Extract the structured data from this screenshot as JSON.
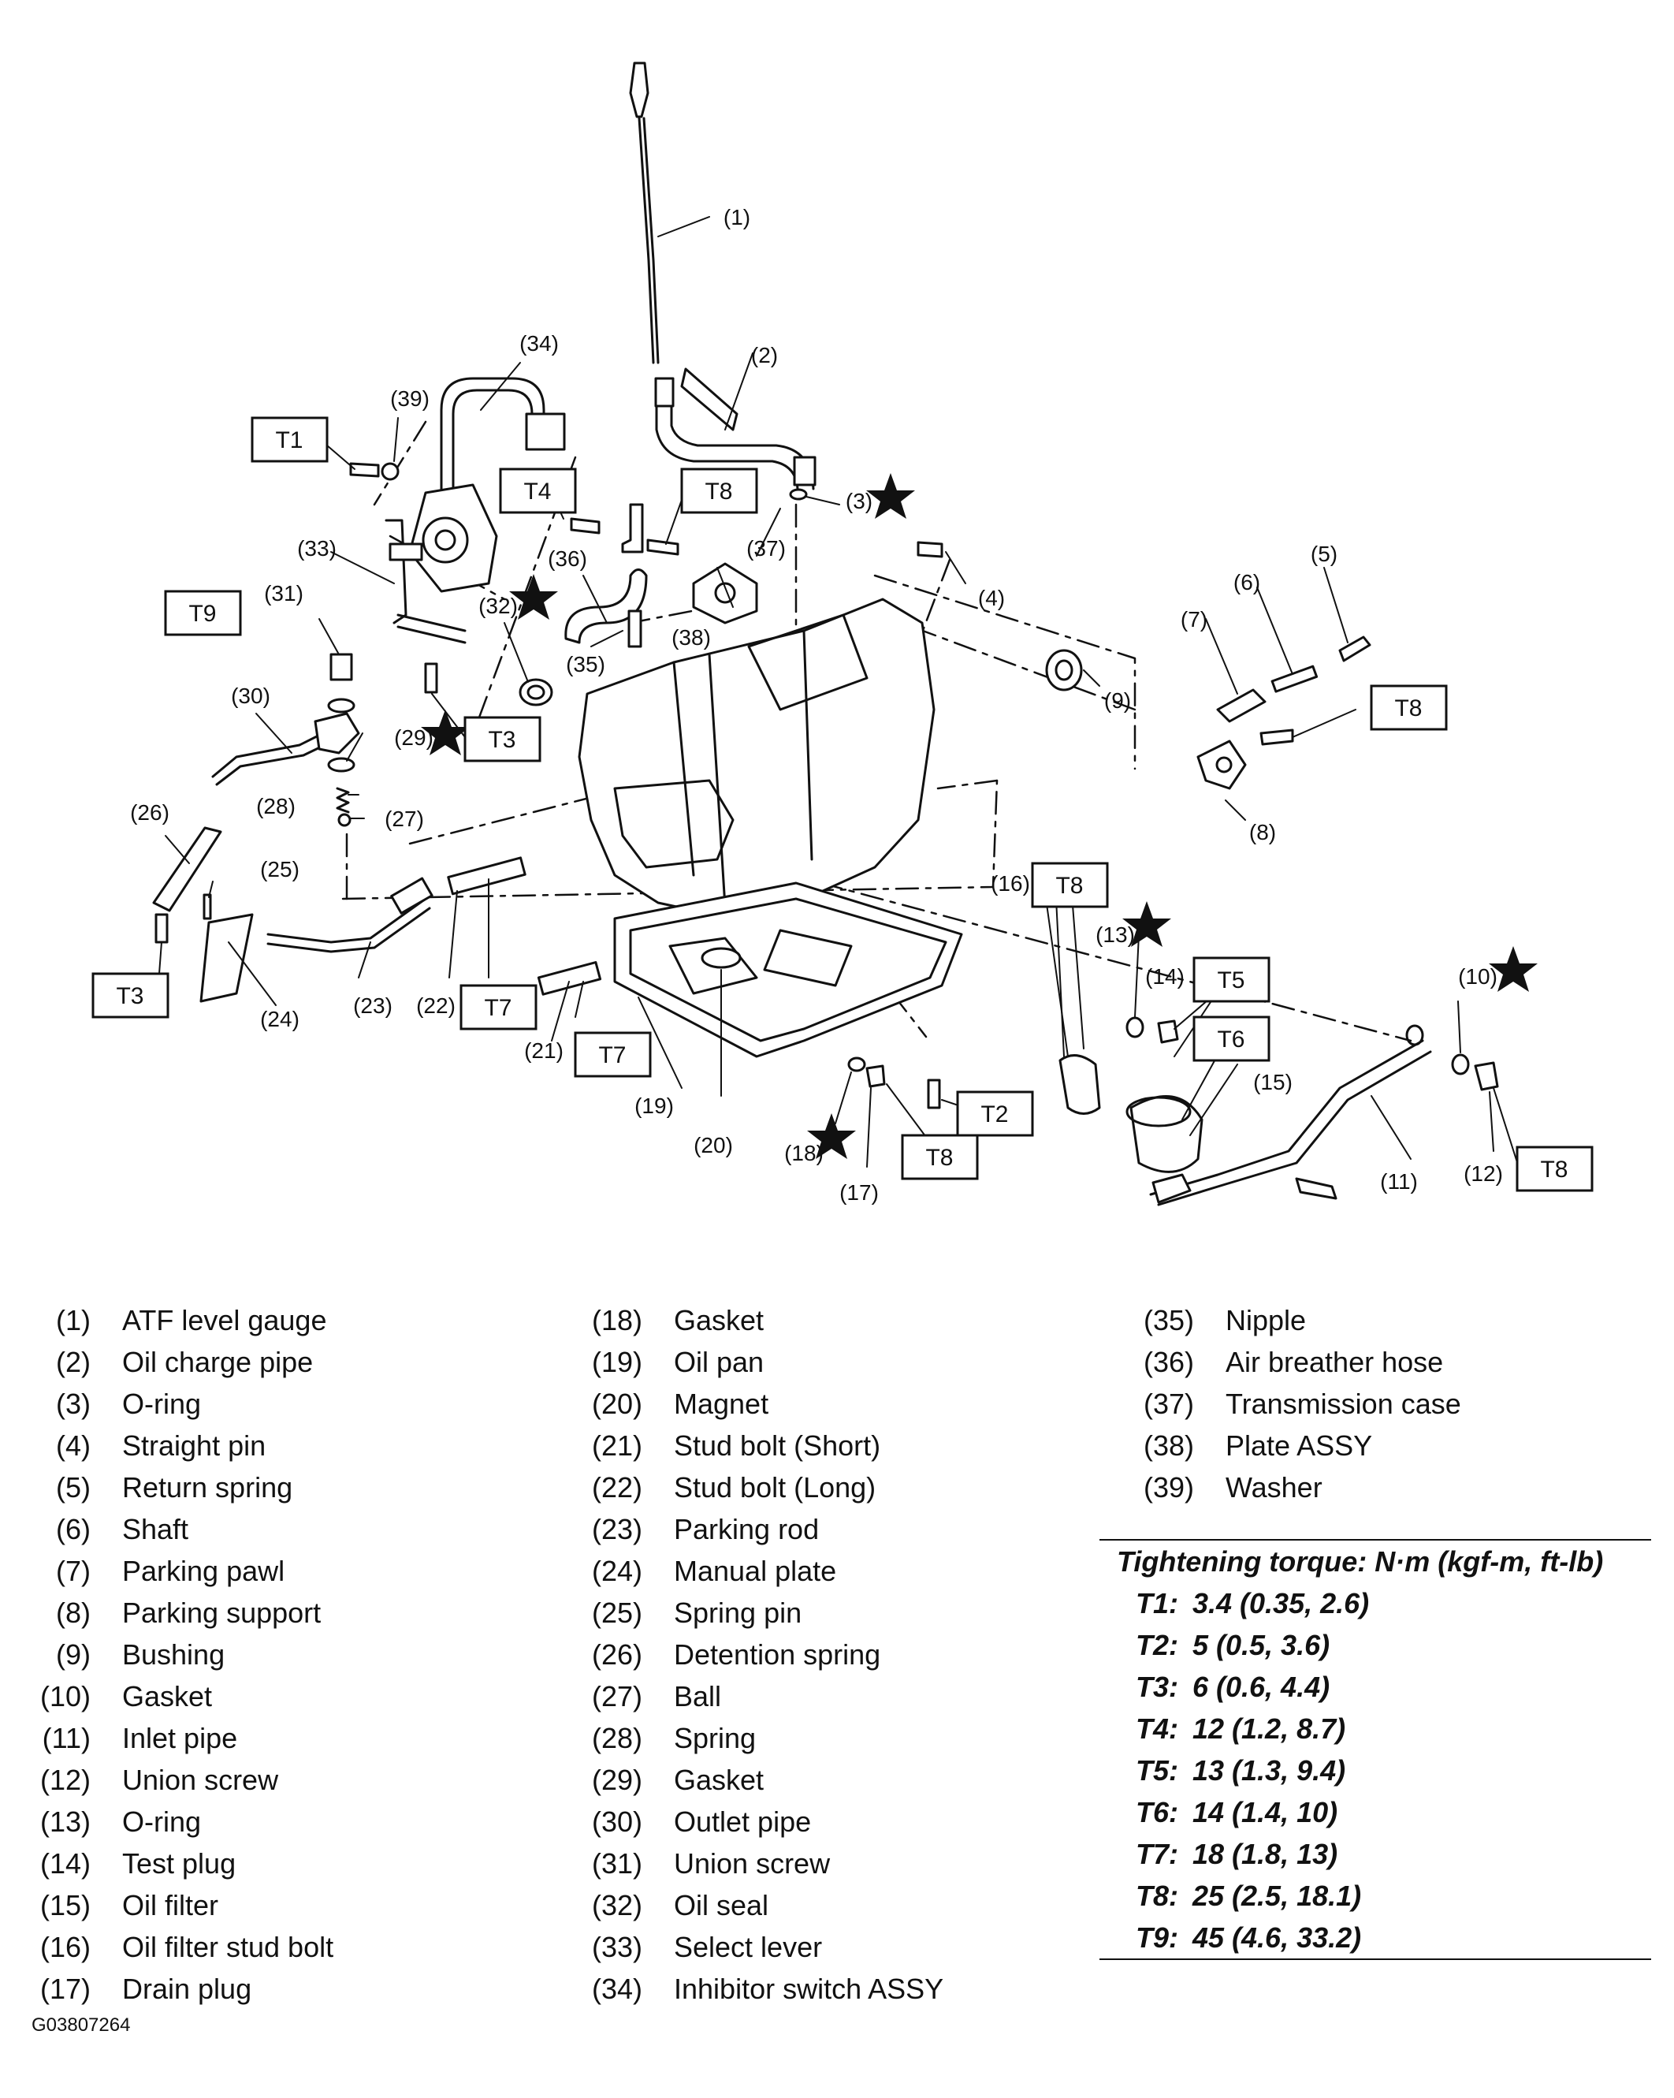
{
  "figure_code": "G03807264",
  "callouts": [
    "(1)",
    "(2)",
    "(3)",
    "(4)",
    "(5)",
    "(6)",
    "(7)",
    "(8)",
    "(9)",
    "(10)",
    "(11)",
    "(12)",
    "(13)",
    "(14)",
    "(15)",
    "(16)",
    "(17)",
    "(18)",
    "(19)",
    "(20)",
    "(21)",
    "(22)",
    "(23)",
    "(24)",
    "(25)",
    "(26)",
    "(27)",
    "(28)",
    "(29)",
    "(30)",
    "(31)",
    "(32)",
    "(33)",
    "(34)",
    "(35)",
    "(36)",
    "(37)",
    "(38)",
    "(39)"
  ],
  "torque_boxes": [
    "T1",
    "T2",
    "T3",
    "T3",
    "T4",
    "T5",
    "T6",
    "T7",
    "T7",
    "T8",
    "T8",
    "T8",
    "T8",
    "T8",
    "T8",
    "T9"
  ],
  "parts": [
    {
      "num": "(1)",
      "name": "ATF level gauge"
    },
    {
      "num": "(2)",
      "name": "Oil charge pipe"
    },
    {
      "num": "(3)",
      "name": "O-ring"
    },
    {
      "num": "(4)",
      "name": "Straight pin"
    },
    {
      "num": "(5)",
      "name": "Return spring"
    },
    {
      "num": "(6)",
      "name": "Shaft"
    },
    {
      "num": "(7)",
      "name": "Parking pawl"
    },
    {
      "num": "(8)",
      "name": "Parking support"
    },
    {
      "num": "(9)",
      "name": "Bushing"
    },
    {
      "num": "(10)",
      "name": "Gasket"
    },
    {
      "num": "(11)",
      "name": "Inlet pipe"
    },
    {
      "num": "(12)",
      "name": "Union screw"
    },
    {
      "num": "(13)",
      "name": "O-ring"
    },
    {
      "num": "(14)",
      "name": "Test plug"
    },
    {
      "num": "(15)",
      "name": "Oil filter"
    },
    {
      "num": "(16)",
      "name": "Oil filter stud bolt"
    },
    {
      "num": "(17)",
      "name": "Drain plug"
    },
    {
      "num": "(18)",
      "name": "Gasket"
    },
    {
      "num": "(19)",
      "name": "Oil pan"
    },
    {
      "num": "(20)",
      "name": "Magnet"
    },
    {
      "num": "(21)",
      "name": "Stud bolt (Short)"
    },
    {
      "num": "(22)",
      "name": "Stud bolt (Long)"
    },
    {
      "num": "(23)",
      "name": "Parking rod"
    },
    {
      "num": "(24)",
      "name": "Manual plate"
    },
    {
      "num": "(25)",
      "name": "Spring pin"
    },
    {
      "num": "(26)",
      "name": "Detention spring"
    },
    {
      "num": "(27)",
      "name": "Ball"
    },
    {
      "num": "(28)",
      "name": "Spring"
    },
    {
      "num": "(29)",
      "name": "Gasket"
    },
    {
      "num": "(30)",
      "name": "Outlet pipe"
    },
    {
      "num": "(31)",
      "name": "Union screw"
    },
    {
      "num": "(32)",
      "name": "Oil seal"
    },
    {
      "num": "(33)",
      "name": "Select lever"
    },
    {
      "num": "(34)",
      "name": "Inhibitor switch ASSY"
    },
    {
      "num": "(35)",
      "name": "Nipple"
    },
    {
      "num": "(36)",
      "name": "Air breather hose"
    },
    {
      "num": "(37)",
      "name": "Transmission case"
    },
    {
      "num": "(38)",
      "name": "Plate ASSY"
    },
    {
      "num": "(39)",
      "name": "Washer"
    }
  ],
  "torque_table": {
    "title": "Tightening torque: N·m (kgf-m, ft-lb)",
    "rows": [
      {
        "code": "T1:",
        "value": "3.4 (0.35, 2.6)"
      },
      {
        "code": "T2:",
        "value": "5 (0.5, 3.6)"
      },
      {
        "code": "T3:",
        "value": "6 (0.6, 4.4)"
      },
      {
        "code": "T4:",
        "value": "12 (1.2, 8.7)"
      },
      {
        "code": "T5:",
        "value": "13 (1.3, 9.4)"
      },
      {
        "code": "T6:",
        "value": "14 (1.4, 10)"
      },
      {
        "code": "T7:",
        "value": "18 (1.8, 13)"
      },
      {
        "code": "T8:",
        "value": "25 (2.5, 18.1)"
      },
      {
        "code": "T9:",
        "value": "45 (4.6, 33.2)"
      }
    ]
  }
}
